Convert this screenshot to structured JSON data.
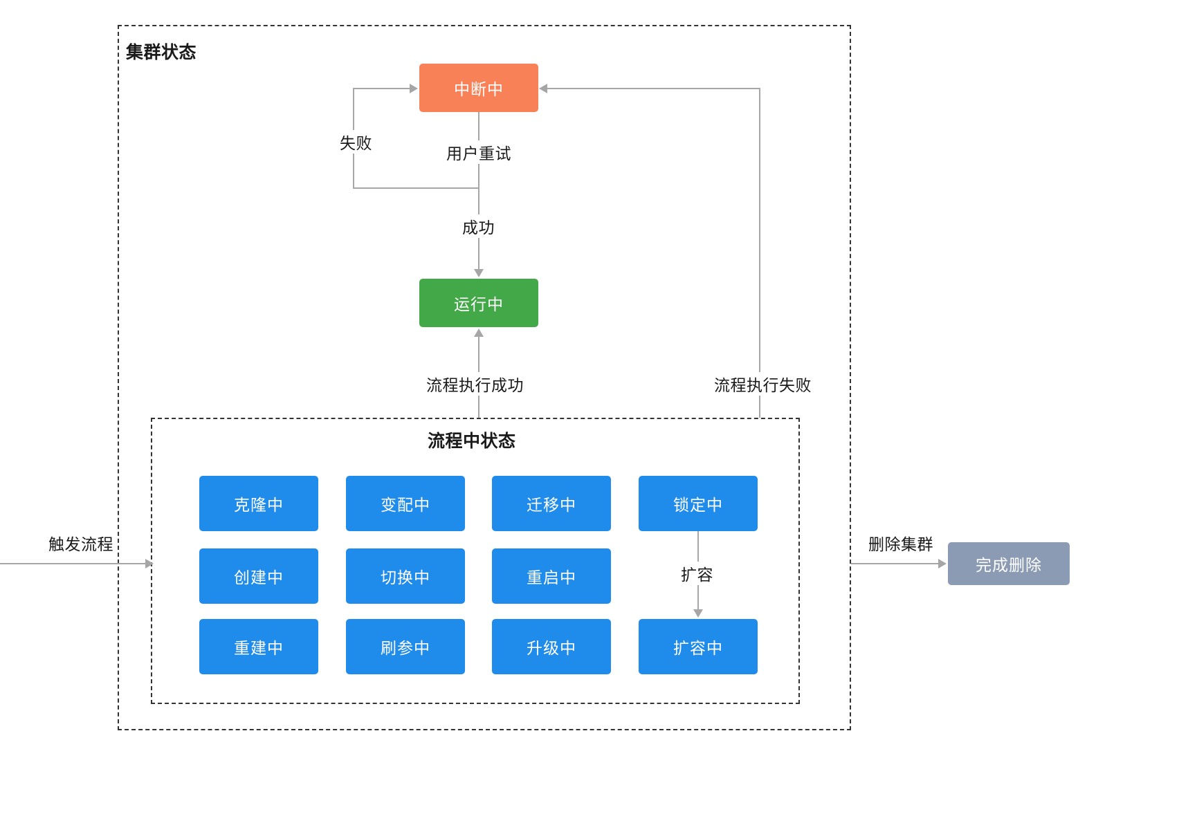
{
  "diagram": {
    "outer_container_title": "集群状态",
    "inner_container_title": "流程中状态",
    "nodes": {
      "interrupting": "中断中",
      "running": "运行中",
      "delete_done": "完成删除",
      "in_process": [
        "克隆中",
        "变配中",
        "迁移中",
        "锁定中",
        "创建中",
        "切换中",
        "重启中",
        "扩容中",
        "重建中",
        "刷参中",
        "升级中"
      ],
      "grid": [
        [
          "克隆中",
          "变配中",
          "迁移中",
          "锁定中"
        ],
        [
          "创建中",
          "切换中",
          "重启中",
          ""
        ],
        [
          "重建中",
          "刷参中",
          "升级中",
          "扩容中"
        ]
      ]
    },
    "edge_labels": {
      "fail": "失败",
      "user_retry": "用户重试",
      "success": "成功",
      "flow_success": "流程执行成功",
      "flow_fail": "流程执行失败",
      "trigger_flow": "触发流程",
      "delete_cluster": "删除集群",
      "scale_out": "扩容"
    },
    "colors": {
      "orange": "#f98158",
      "green": "#43a847",
      "blue": "#1f8ceb",
      "gray": "#8b9bb4",
      "edge": "#a6a6a6",
      "dashed_border": "#333333"
    }
  }
}
